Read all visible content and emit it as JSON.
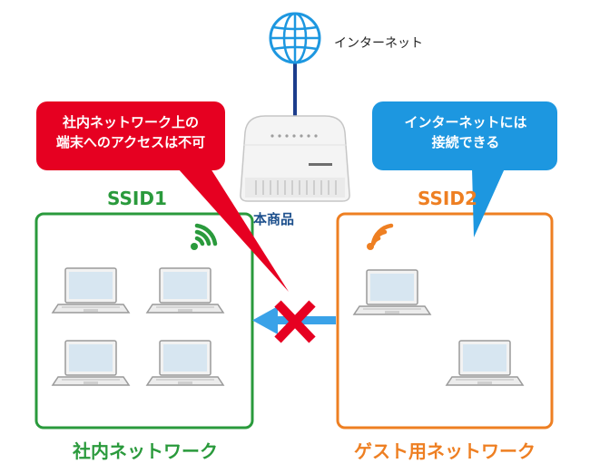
{
  "labels": {
    "internet": "インターネット",
    "product": "本商品",
    "ssid1": "SSID1",
    "ssid2": "SSID2",
    "internal_network": "社内ネットワーク",
    "guest_network": "ゲスト用ネットワーク"
  },
  "bubbles": {
    "internal_restriction": [
      "社内ネットワーク上の",
      "端末へのアクセスは不可"
    ],
    "internet_allowed": [
      "インターネットには",
      "接続できる"
    ]
  },
  "colors": {
    "internal": "#2a9a3c",
    "guest": "#ee7f22",
    "block_bubble": "#e60021",
    "allow_bubble": "#1d97e0",
    "internet_line": "#1c3d8c",
    "arrow": "#3aa2e8",
    "cross": "#e60021"
  },
  "icons": {
    "internet": "globe-icon",
    "router": "router-icon",
    "wifi": "wifi-signal-icon",
    "laptop": "laptop-icon",
    "blocked": "cross-icon"
  }
}
